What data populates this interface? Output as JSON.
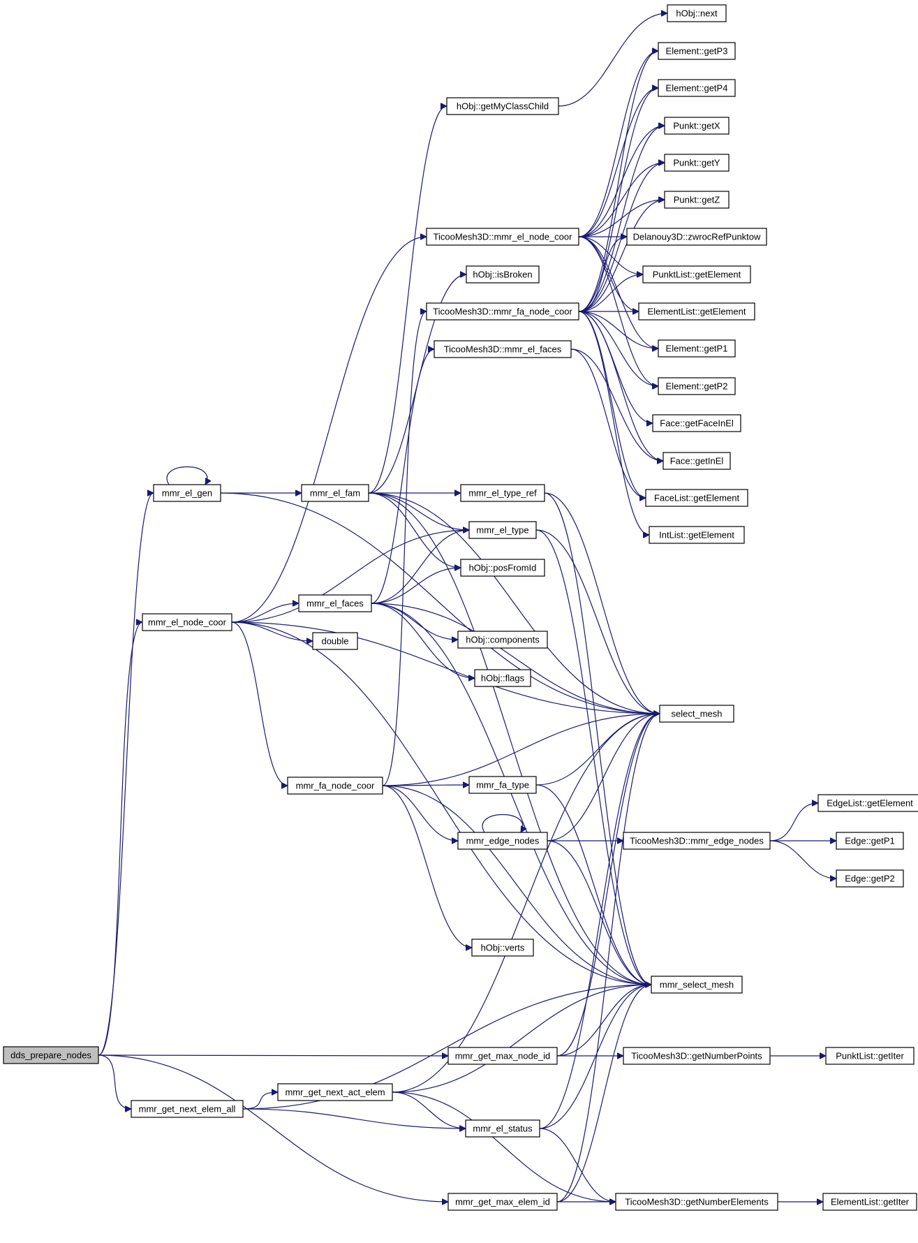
{
  "graph": {
    "root": "dds_prepare_nodes",
    "nodes": [
      {
        "id": "dds_prepare_nodes",
        "label": "dds_prepare_nodes",
        "root": true
      },
      {
        "id": "mmr_el_gen",
        "label": "mmr_el_gen"
      },
      {
        "id": "mmr_el_node_coor",
        "label": "mmr_el_node_coor"
      },
      {
        "id": "mmr_get_next_elem_all",
        "label": "mmr_get_next_elem_all"
      },
      {
        "id": "mmr_el_fam",
        "label": "mmr_el_fam"
      },
      {
        "id": "mmr_el_faces",
        "label": "mmr_el_faces"
      },
      {
        "id": "double",
        "label": "double"
      },
      {
        "id": "mmr_fa_node_coor",
        "label": "mmr_fa_node_coor"
      },
      {
        "id": "mmr_get_next_act_elem",
        "label": "mmr_get_next_act_elem"
      },
      {
        "id": "hObj_getMyClassChild",
        "label": "hObj::getMyClassChild"
      },
      {
        "id": "T_mmr_el_node_coor",
        "label": "TicooMesh3D::mmr_el_node_coor"
      },
      {
        "id": "hObj_isBroken",
        "label": "hObj::isBroken"
      },
      {
        "id": "T_mmr_fa_node_coor",
        "label": "TicooMesh3D::mmr_fa_node_coor"
      },
      {
        "id": "T_mmr_el_faces",
        "label": "TicooMesh3D::mmr_el_faces"
      },
      {
        "id": "mmr_el_type_ref",
        "label": "mmr_el_type_ref"
      },
      {
        "id": "mmr_el_type",
        "label": "mmr_el_type"
      },
      {
        "id": "hObj_posFromId",
        "label": "hObj::posFromId"
      },
      {
        "id": "hObj_components",
        "label": "hObj::components"
      },
      {
        "id": "hObj_flags",
        "label": "hObj::flags"
      },
      {
        "id": "mmr_fa_type",
        "label": "mmr_fa_type"
      },
      {
        "id": "mmr_edge_nodes",
        "label": "mmr_edge_nodes"
      },
      {
        "id": "hObj_verts",
        "label": "hObj::verts"
      },
      {
        "id": "mmr_get_max_node_id",
        "label": "mmr_get_max_node_id"
      },
      {
        "id": "mmr_el_status",
        "label": "mmr_el_status"
      },
      {
        "id": "mmr_get_max_elem_id",
        "label": "mmr_get_max_elem_id"
      },
      {
        "id": "hObj_next",
        "label": "hObj::next"
      },
      {
        "id": "Element_getP3",
        "label": "Element::getP3"
      },
      {
        "id": "Element_getP4",
        "label": "Element::getP4"
      },
      {
        "id": "Punkt_getX",
        "label": "Punkt::getX"
      },
      {
        "id": "Punkt_getY",
        "label": "Punkt::getY"
      },
      {
        "id": "Punkt_getZ",
        "label": "Punkt::getZ"
      },
      {
        "id": "Delanouy3D_zwrocRefPunktow",
        "label": "Delanouy3D::zwrocRefPunktow"
      },
      {
        "id": "PunktList_getElement",
        "label": "PunktList::getElement"
      },
      {
        "id": "ElementList_getElement",
        "label": "ElementList::getElement"
      },
      {
        "id": "Element_getP1",
        "label": "Element::getP1"
      },
      {
        "id": "Element_getP2",
        "label": "Element::getP2"
      },
      {
        "id": "Face_getFaceInEl",
        "label": "Face::getFaceInEl"
      },
      {
        "id": "Face_getInEl",
        "label": "Face::getInEl"
      },
      {
        "id": "FaceList_getElement",
        "label": "FaceList::getElement"
      },
      {
        "id": "IntList_getElement",
        "label": "IntList::getElement"
      },
      {
        "id": "select_mesh",
        "label": "select_mesh"
      },
      {
        "id": "T_mmr_edge_nodes",
        "label": "TicooMesh3D::mmr_edge_nodes"
      },
      {
        "id": "mmr_select_mesh",
        "label": "mmr_select_mesh"
      },
      {
        "id": "T_getNumberPoints",
        "label": "TicooMesh3D::getNumberPoints"
      },
      {
        "id": "T_getNumberElements",
        "label": "TicooMesh3D::getNumberElements"
      },
      {
        "id": "EdgeList_getElement",
        "label": "EdgeList::getElement"
      },
      {
        "id": "Edge_getP1",
        "label": "Edge::getP1"
      },
      {
        "id": "Edge_getP2",
        "label": "Edge::getP2"
      },
      {
        "id": "PunktList_getIter",
        "label": "PunktList::getIter"
      },
      {
        "id": "ElementList_getIter",
        "label": "ElementList::getIter"
      }
    ],
    "edges": [
      [
        "dds_prepare_nodes",
        "mmr_el_gen"
      ],
      [
        "dds_prepare_nodes",
        "mmr_el_node_coor"
      ],
      [
        "dds_prepare_nodes",
        "mmr_get_max_node_id"
      ],
      [
        "dds_prepare_nodes",
        "mmr_get_next_elem_all"
      ],
      [
        "dds_prepare_nodes",
        "mmr_get_max_elem_id"
      ],
      [
        "mmr_el_gen",
        "mmr_el_gen"
      ],
      [
        "mmr_el_gen",
        "mmr_el_fam"
      ],
      [
        "mmr_el_gen",
        "select_mesh"
      ],
      [
        "mmr_el_node_coor",
        "T_mmr_el_node_coor"
      ],
      [
        "mmr_el_node_coor",
        "select_mesh"
      ],
      [
        "mmr_el_node_coor",
        "mmr_el_type"
      ],
      [
        "mmr_el_node_coor",
        "mmr_el_faces"
      ],
      [
        "mmr_el_node_coor",
        "double"
      ],
      [
        "mmr_el_node_coor",
        "mmr_fa_node_coor"
      ],
      [
        "mmr_el_node_coor",
        "mmr_select_mesh"
      ],
      [
        "mmr_el_fam",
        "hObj_getMyClassChild"
      ],
      [
        "mmr_el_fam",
        "hObj_isBroken"
      ],
      [
        "mmr_el_fam",
        "mmr_el_type_ref"
      ],
      [
        "mmr_el_fam",
        "mmr_el_type"
      ],
      [
        "mmr_el_fam",
        "hObj_posFromId"
      ],
      [
        "mmr_el_fam",
        "select_mesh"
      ],
      [
        "mmr_el_fam",
        "mmr_select_mesh"
      ],
      [
        "mmr_el_faces",
        "T_mmr_el_faces"
      ],
      [
        "mmr_el_faces",
        "mmr_el_type"
      ],
      [
        "mmr_el_faces",
        "hObj_posFromId"
      ],
      [
        "mmr_el_faces",
        "hObj_components"
      ],
      [
        "mmr_el_faces",
        "hObj_flags"
      ],
      [
        "mmr_el_faces",
        "select_mesh"
      ],
      [
        "mmr_el_faces",
        "mmr_select_mesh"
      ],
      [
        "mmr_fa_node_coor",
        "T_mmr_fa_node_coor"
      ],
      [
        "mmr_fa_node_coor",
        "select_mesh"
      ],
      [
        "mmr_fa_node_coor",
        "mmr_fa_type"
      ],
      [
        "mmr_fa_node_coor",
        "mmr_edge_nodes"
      ],
      [
        "mmr_fa_node_coor",
        "hObj_verts"
      ],
      [
        "mmr_fa_node_coor",
        "mmr_select_mesh"
      ],
      [
        "mmr_get_next_elem_all",
        "mmr_get_next_act_elem"
      ],
      [
        "mmr_get_next_elem_all",
        "mmr_el_status"
      ],
      [
        "mmr_get_next_elem_all",
        "mmr_select_mesh"
      ],
      [
        "mmr_get_next_act_elem",
        "select_mesh"
      ],
      [
        "mmr_get_next_act_elem",
        "mmr_el_status"
      ],
      [
        "mmr_get_next_act_elem",
        "mmr_select_mesh"
      ],
      [
        "mmr_get_next_act_elem",
        "T_getNumberElements"
      ],
      [
        "hObj_getMyClassChild",
        "hObj_next"
      ],
      [
        "T_mmr_el_node_coor",
        "Element_getP3"
      ],
      [
        "T_mmr_el_node_coor",
        "Element_getP4"
      ],
      [
        "T_mmr_el_node_coor",
        "Punkt_getX"
      ],
      [
        "T_mmr_el_node_coor",
        "Punkt_getY"
      ],
      [
        "T_mmr_el_node_coor",
        "Punkt_getZ"
      ],
      [
        "T_mmr_el_node_coor",
        "Delanouy3D_zwrocRefPunktow"
      ],
      [
        "T_mmr_el_node_coor",
        "PunktList_getElement"
      ],
      [
        "T_mmr_el_node_coor",
        "ElementList_getElement"
      ],
      [
        "T_mmr_el_node_coor",
        "Element_getP1"
      ],
      [
        "T_mmr_el_node_coor",
        "Element_getP2"
      ],
      [
        "T_mmr_fa_node_coor",
        "Element_getP3"
      ],
      [
        "T_mmr_fa_node_coor",
        "Element_getP4"
      ],
      [
        "T_mmr_fa_node_coor",
        "Punkt_getX"
      ],
      [
        "T_mmr_fa_node_coor",
        "Punkt_getY"
      ],
      [
        "T_mmr_fa_node_coor",
        "Punkt_getZ"
      ],
      [
        "T_mmr_fa_node_coor",
        "Delanouy3D_zwrocRefPunktow"
      ],
      [
        "T_mmr_fa_node_coor",
        "PunktList_getElement"
      ],
      [
        "T_mmr_fa_node_coor",
        "ElementList_getElement"
      ],
      [
        "T_mmr_fa_node_coor",
        "Element_getP1"
      ],
      [
        "T_mmr_fa_node_coor",
        "Element_getP2"
      ],
      [
        "T_mmr_fa_node_coor",
        "Face_getFaceInEl"
      ],
      [
        "T_mmr_fa_node_coor",
        "Face_getInEl"
      ],
      [
        "T_mmr_fa_node_coor",
        "FaceList_getElement"
      ],
      [
        "T_mmr_fa_node_coor",
        "IntList_getElement"
      ],
      [
        "T_mmr_el_faces",
        "Face_getInEl"
      ],
      [
        "T_mmr_el_faces",
        "FaceList_getElement"
      ],
      [
        "mmr_el_type_ref",
        "select_mesh"
      ],
      [
        "mmr_el_type_ref",
        "mmr_select_mesh"
      ],
      [
        "mmr_el_type",
        "select_mesh"
      ],
      [
        "mmr_el_type",
        "mmr_select_mesh"
      ],
      [
        "mmr_fa_type",
        "select_mesh"
      ],
      [
        "mmr_fa_type",
        "mmr_select_mesh"
      ],
      [
        "mmr_edge_nodes",
        "mmr_edge_nodes"
      ],
      [
        "mmr_edge_nodes",
        "select_mesh"
      ],
      [
        "mmr_edge_nodes",
        "T_mmr_edge_nodes"
      ],
      [
        "mmr_edge_nodes",
        "mmr_select_mesh"
      ],
      [
        "T_mmr_edge_nodes",
        "EdgeList_getElement"
      ],
      [
        "T_mmr_edge_nodes",
        "Edge_getP1"
      ],
      [
        "T_mmr_edge_nodes",
        "Edge_getP2"
      ],
      [
        "mmr_get_max_node_id",
        "select_mesh"
      ],
      [
        "mmr_get_max_node_id",
        "mmr_select_mesh"
      ],
      [
        "mmr_get_max_node_id",
        "T_getNumberPoints"
      ],
      [
        "mmr_el_status",
        "select_mesh"
      ],
      [
        "mmr_el_status",
        "mmr_select_mesh"
      ],
      [
        "mmr_el_status",
        "T_getNumberElements"
      ],
      [
        "mmr_get_max_elem_id",
        "select_mesh"
      ],
      [
        "mmr_get_max_elem_id",
        "mmr_select_mesh"
      ],
      [
        "mmr_get_max_elem_id",
        "T_getNumberElements"
      ],
      [
        "T_getNumberPoints",
        "PunktList_getIter"
      ],
      [
        "T_getNumberElements",
        "ElementList_getIter"
      ]
    ]
  }
}
